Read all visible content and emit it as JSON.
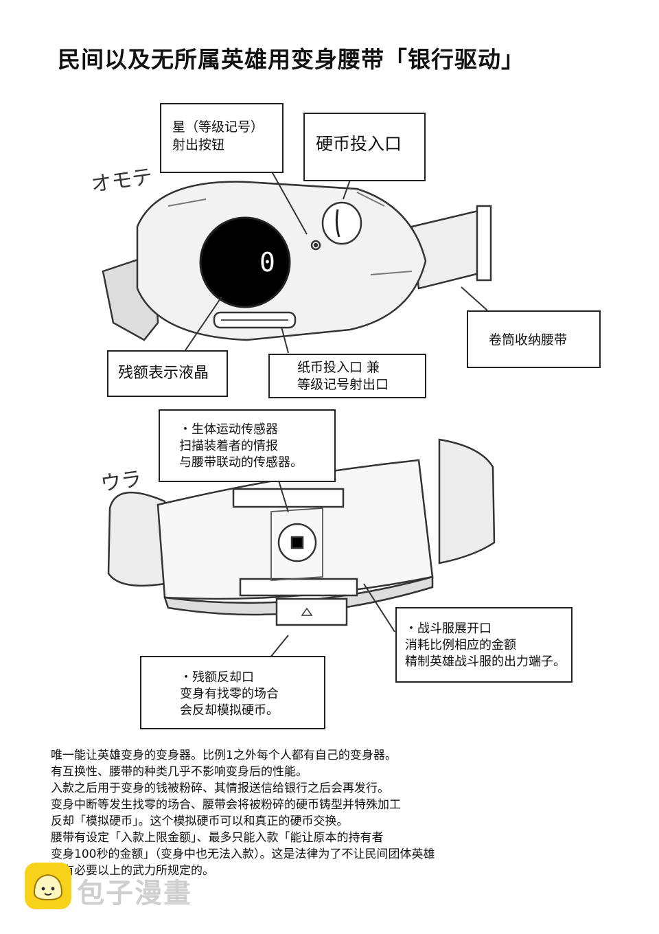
{
  "title": "民间以及无所属英雄用变身腰带「银行驱动」",
  "front_label": "オモテ",
  "back_label": "ウラ",
  "lcd_digit": "0",
  "front_callouts": {
    "star_button": [
      "星（等级记号）",
      "射出按钮"
    ],
    "coin_slot": "硬币投入口",
    "balance_lcd": "残额表示液晶",
    "bill_slot": [
      "纸币投入口 兼",
      "等级记号射出口"
    ],
    "roll_belt": "卷筒收纳腰带"
  },
  "back_callouts": {
    "bio_sensor": [
      "・生体运动传感器",
      "扫描装着者的情报",
      "与腰带联动的传感器。"
    ],
    "suit_port": [
      "・战斗服展开口",
      "消耗比例相应的金额",
      "精制英雄战斗服的出力端子。"
    ],
    "change_return": [
      "・残额反却口",
      "变身有找零的场合",
      "会反却模拟硬币。"
    ]
  },
  "description": [
    "唯一能让英雄变身的变身器。比例1之外每个人都有自己的变身器。",
    "有互换性、腰带的种类几乎不影响变身后的性能。",
    "入款之后用于变身的钱被粉碎、其情报送信给银行之后会再发行。",
    "变身中断等发生找零的场合、腰带会将被粉碎的硬币铸型并特殊加工",
    "反却「模拟硬币」。这个模拟硬币可以和真正的硬币交换。",
    "腰带有设定「入款上限金额」、最多只能入款「能让原本的持有者",
    "变身100秒的金额」（变身中也无法入款）。这是法律为了不让民间团体英雄",
    "持有必要以上的武力所规定的。"
  ],
  "watermark": "包子漫畫",
  "colors": {
    "watermark_icon": "#f7d21b",
    "lcd": "#000000"
  }
}
